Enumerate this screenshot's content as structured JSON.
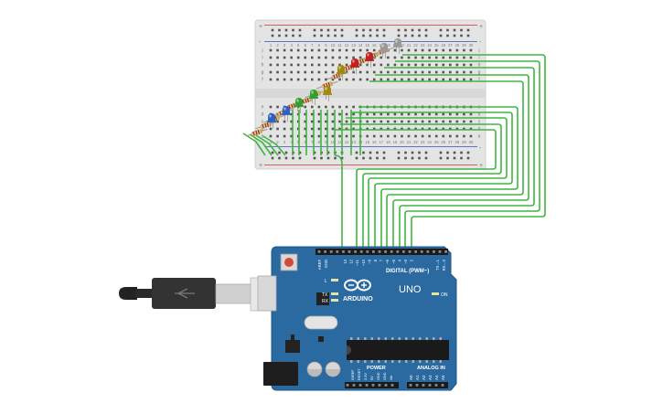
{
  "board": {
    "brand": "ARDUINO",
    "model": "UNO",
    "digital_label": "DIGITAL (PWM~)",
    "power_label": "POWER",
    "analog_label": "ANALOG IN",
    "on_label": "ON",
    "led_l_label": "L",
    "led_tx_label": "TX",
    "led_rx_label": "RX",
    "tx_pin_label": "TX→1",
    "rx_pin_label": "RX←0",
    "aref_label": "AREF",
    "gnd_label": "GND",
    "pin_labels": [
      "13",
      "12",
      "~11",
      "~10",
      "~9",
      "8",
      "7",
      "~6",
      "~5",
      "4",
      "~3",
      "2"
    ],
    "power_pin_labels": [
      "IOREF",
      "RESET",
      "3.3V",
      "5V",
      "GND",
      "GND",
      "Vin"
    ],
    "analog_pin_labels": [
      "A0",
      "A1",
      "A2",
      "A3",
      "A4",
      "A5"
    ]
  },
  "breadboard": {
    "row_letters_top": [
      "j",
      "i",
      "h",
      "g",
      "f"
    ],
    "row_letters_bottom": [
      "e",
      "d",
      "c",
      "b",
      "a"
    ],
    "column_numbers": [
      "1",
      "2",
      "3",
      "4",
      "5",
      "6",
      "7",
      "8",
      "9",
      "10",
      "11",
      "12",
      "13",
      "14",
      "15",
      "16",
      "17",
      "18",
      "19",
      "20",
      "21",
      "22",
      "23",
      "24",
      "25",
      "26",
      "27",
      "28",
      "29",
      "30"
    ],
    "plus_label": "+",
    "minus_label": "-"
  },
  "colors": {
    "wire": "#3fb53f",
    "board": "#2a6aa0",
    "breadboard": "#e4e4e4",
    "rail_red": "#d03030",
    "rail_blue": "#3050c0"
  },
  "leds": [
    {
      "color": "#3060c0"
    },
    {
      "color": "#3060c0"
    },
    {
      "color": "#30a030"
    },
    {
      "color": "#30a030"
    },
    {
      "color": "#a08a10"
    },
    {
      "color": "#a08a10"
    },
    {
      "color": "#c02020"
    },
    {
      "color": "#c02020"
    },
    {
      "color": "#999999"
    },
    {
      "color": "#999999"
    }
  ]
}
